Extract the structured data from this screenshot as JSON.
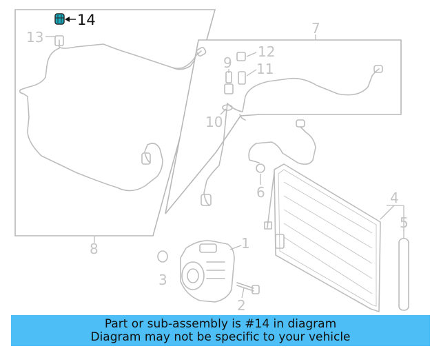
{
  "diagram": {
    "highlighted_callout": "14",
    "callouts": {
      "c1": "1",
      "c2": "2",
      "c3": "3",
      "c4": "4",
      "c5": "5",
      "c6": "6",
      "c7": "7",
      "c8": "8",
      "c9": "9",
      "c10": "10",
      "c11": "11",
      "c12": "12",
      "c13": "13",
      "c14": "14"
    }
  },
  "banner": {
    "line1": "Part or sub-assembly is #14 in diagram",
    "line2": "Diagram may not be specific to your vehicle"
  },
  "colors": {
    "banner_bg": "#4dbef6",
    "highlight_part": "#1aa8b8",
    "line_art": "#bdbdbd"
  }
}
